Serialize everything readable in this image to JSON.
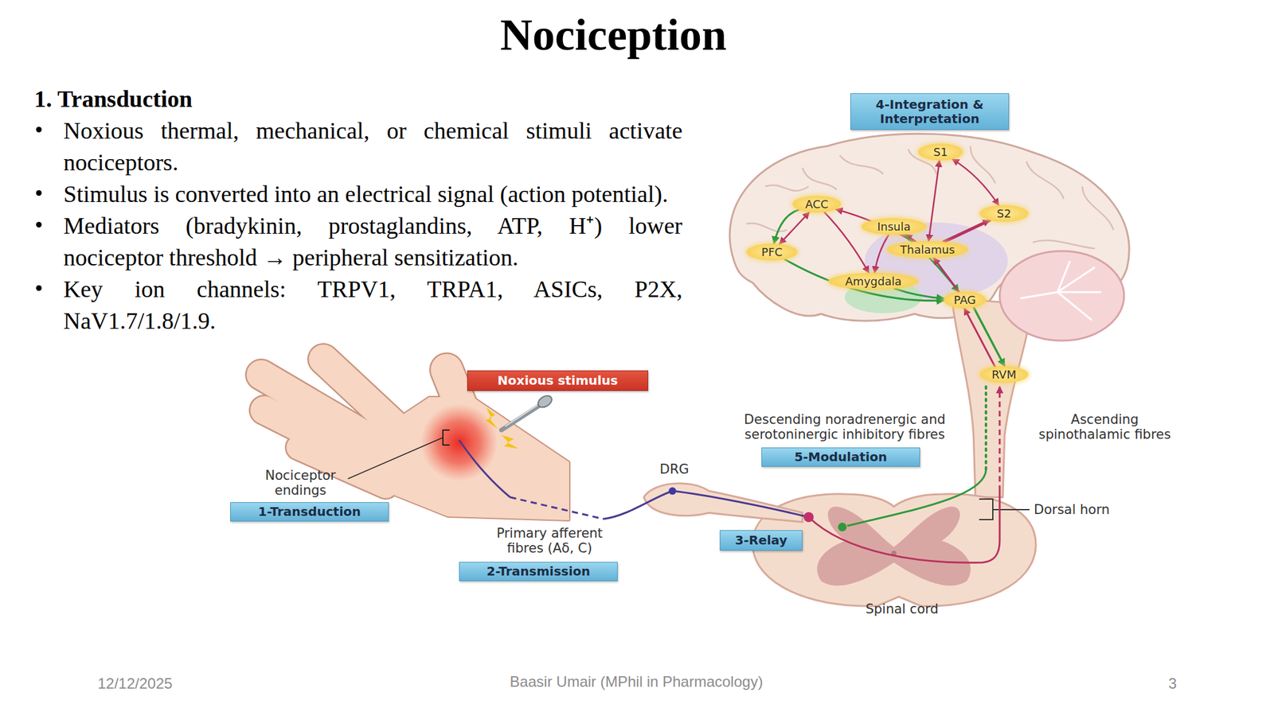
{
  "diagram": {
    "title": "Nociception",
    "nodes": [
      {
        "text": [
          "4-Integration & Interpretation"
        ]
      },
      {
        "text": [
          "S1"
        ]
      },
      {
        "text": [
          "ACC"
        ]
      },
      {
        "text": [
          "Insula"
        ]
      },
      {
        "text": [
          "S2"
        ]
      },
      {
        "text": [
          "PFC"
        ]
      },
      {
        "text": [
          "Thalamus"
        ]
      },
      {
        "text": [
          "Amygdala"
        ]
      },
      {
        "text": [
          "PAG"
        ]
      },
      {
        "text": [
          "RVM"
        ]
      },
      {
        "text": [
          "Noxious stimulus"
        ]
      },
      {
        "text": [
          "5-Modulation"
        ]
      },
      {
        "text": [
          "1-Transduction"
        ]
      },
      {
        "text": [
          "3-Relay"
        ]
      },
      {
        "text": [
          "2-Transmission"
        ]
      }
    ],
    "edges": [
      {
        "from": 6,
        "to": 1,
        "arrow": "both"
      },
      {
        "from": 1,
        "to": 4,
        "arrow": "both"
      },
      {
        "from": 6,
        "to": 4,
        "arrow": "to"
      },
      {
        "from": 6,
        "to": 2,
        "arrow": "to"
      },
      {
        "from": 2,
        "to": 5,
        "arrow": "both"
      },
      {
        "from": 2,
        "to": 7,
        "arrow": "to"
      },
      {
        "from": 6,
        "to": 3,
        "arrow": "to"
      },
      {
        "from": 3,
        "to": 7,
        "arrow": "to"
      },
      {
        "from": 5,
        "to": 8,
        "arrow": "to"
      },
      {
        "from": 7,
        "to": 8,
        "arrow": "to"
      },
      {
        "from": 3,
        "to": 8,
        "arrow": "to"
      },
      {
        "from": 8,
        "to": 9,
        "arrow": "to"
      },
      {
        "from": 9,
        "to": 8,
        "arrow": "to"
      },
      {
        "from": 8,
        "to": 6,
        "arrow": "to"
      },
      {
        "from": 2,
        "to": 5,
        "arrow": "to"
      }
    ],
    "labels": [
      "1. Transduction",
      "Noxious thermal, mechanical, or chemical stimuli activate nociceptors.",
      "Stimulus is converted into an electrical signal (action potential).",
      "Mediators (bradykinin, prostaglandins, ATP, H⁺) lower nociceptor threshold → peripheral sensitization.",
      "Key ion channels: TRPV1, TRPA1, ASICs, P2X, NaV1.7/1.8/1.9.",
      "Descending noradrenergic and serotoninergic inhibitory fibres",
      "Ascending spinothalamic fibres",
      "DRG",
      "Nociceptor endings",
      "Dorsal horn",
      "Primary afferent fibres (Aδ, C)",
      "Spinal cord",
      "12/12/2025",
      "Baasir Umair (MPhil in Pharmacology)",
      "3"
    ]
  }
}
